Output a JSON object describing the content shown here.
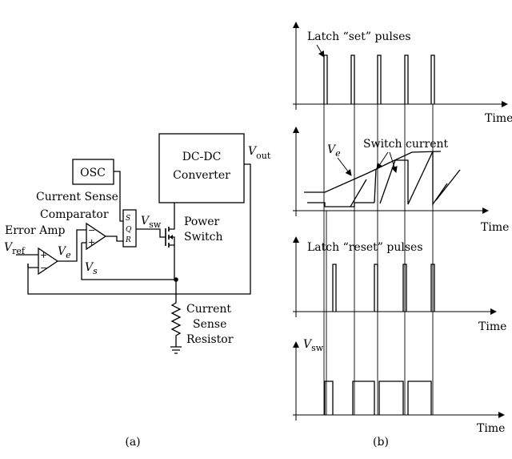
{
  "left_panel": {
    "osc": "OSC",
    "converter_line1": "DC-DC",
    "converter_line2": "Converter",
    "vout_main": "V",
    "vout_sub": "out",
    "csc_line1": "Current Sense",
    "csc_line2": "Comparator",
    "error_amp": "Error Amp",
    "vref_main": "V",
    "vref_sub": "ref",
    "ve_main": "V",
    "ve_sub": "e",
    "vs_main": "V",
    "vs_sub": "s",
    "vsw_main": "V",
    "vsw_sub": "sw",
    "power_switch_line1": "Power",
    "power_switch_line2": "Switch",
    "latch_s": "S",
    "latch_q": "Q",
    "latch_r": "R",
    "minus": "−",
    "plus": "+",
    "cs_resistor_line1": "Current",
    "cs_resistor_line2": "Sense",
    "cs_resistor_line3": "Resistor",
    "caption": "(a)"
  },
  "right_panel": {
    "set_pulses_label": "Latch “set” pulses",
    "switch_current_label": "Switch current",
    "ve_main": "V",
    "ve_sub": "e",
    "reset_pulses_label": "Latch “reset” pulses",
    "vsw_main": "V",
    "vsw_sub": "sw",
    "time_label": "Time",
    "caption": "(b)"
  }
}
